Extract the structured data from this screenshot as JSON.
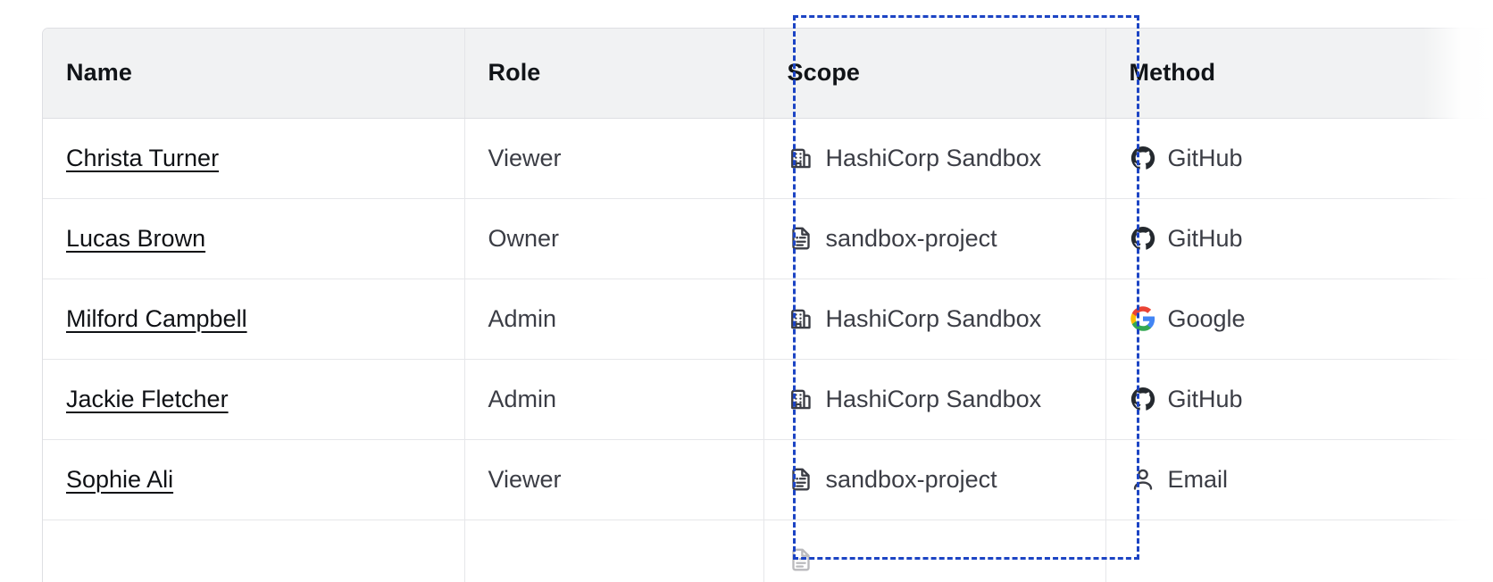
{
  "table": {
    "columns": [
      {
        "key": "name",
        "label": "Name"
      },
      {
        "key": "role",
        "label": "Role"
      },
      {
        "key": "scope",
        "label": "Scope"
      },
      {
        "key": "method",
        "label": "Method"
      }
    ],
    "rows": [
      {
        "name": "Christa Turner",
        "role": "Viewer",
        "scope": "HashiCorp Sandbox",
        "scope_icon": "organization-building-icon",
        "method": "GitHub",
        "method_icon": "github-icon"
      },
      {
        "name": "Lucas Brown",
        "role": "Owner",
        "scope": "sandbox-project",
        "scope_icon": "project-document-icon",
        "method": "GitHub",
        "method_icon": "github-icon"
      },
      {
        "name": "Milford Campbell",
        "role": "Admin",
        "scope": "HashiCorp Sandbox",
        "scope_icon": "organization-building-icon",
        "method": "Google",
        "method_icon": "google-icon"
      },
      {
        "name": "Jackie Fletcher",
        "role": "Admin",
        "scope": "HashiCorp Sandbox",
        "scope_icon": "organization-building-icon",
        "method": "GitHub",
        "method_icon": "github-icon"
      },
      {
        "name": "Sophie Ali",
        "role": "Viewer",
        "scope": "sandbox-project",
        "scope_icon": "project-document-icon",
        "method": "Email",
        "method_icon": "user-person-icon"
      },
      {
        "name": "",
        "role": "",
        "scope": "",
        "scope_icon": "project-document-icon",
        "method": "",
        "method_icon": ""
      }
    ]
  },
  "selection": {
    "target_column": "Scope",
    "border_color": "#1c44c4",
    "style": "dashed"
  },
  "colors": {
    "header_background": "#f1f2f3",
    "header_text": "#111418",
    "body_text": "#3b3d45",
    "link_text": "#0f1115",
    "border": "#e6e7ea",
    "outer_border": "#dedfe3",
    "icon": "#3b3d45",
    "google_blue": "#4285f4",
    "google_red": "#ea4335",
    "google_yellow": "#fbbc05",
    "google_green": "#34a853"
  }
}
